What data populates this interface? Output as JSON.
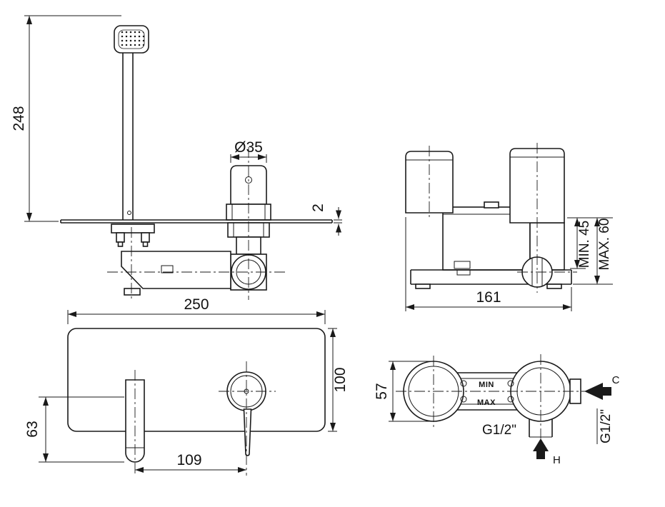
{
  "drawing": {
    "background": "#ffffff",
    "line_color": "#1a1a1a",
    "views": {
      "spout_side": {
        "dims": {
          "spout_height": "248",
          "handle_diameter": "Ø35",
          "plate_thickness": "2"
        }
      },
      "body_side": {
        "dims": {
          "body_width": "161",
          "depth_min": "MIN. 45",
          "depth_max": "MAX. 60"
        }
      },
      "plate_front": {
        "dims": {
          "plate_width": "250",
          "plate_height": "100",
          "spout_drop": "63",
          "center_distance": "109"
        }
      },
      "body_front": {
        "dims": {
          "body_height": "57",
          "side_thread": "G1/2\"",
          "bottom_thread": "G1/2\""
        },
        "labels": {
          "min": "MIN",
          "max": "MAX",
          "cold": "C",
          "hot": "H"
        }
      }
    }
  }
}
